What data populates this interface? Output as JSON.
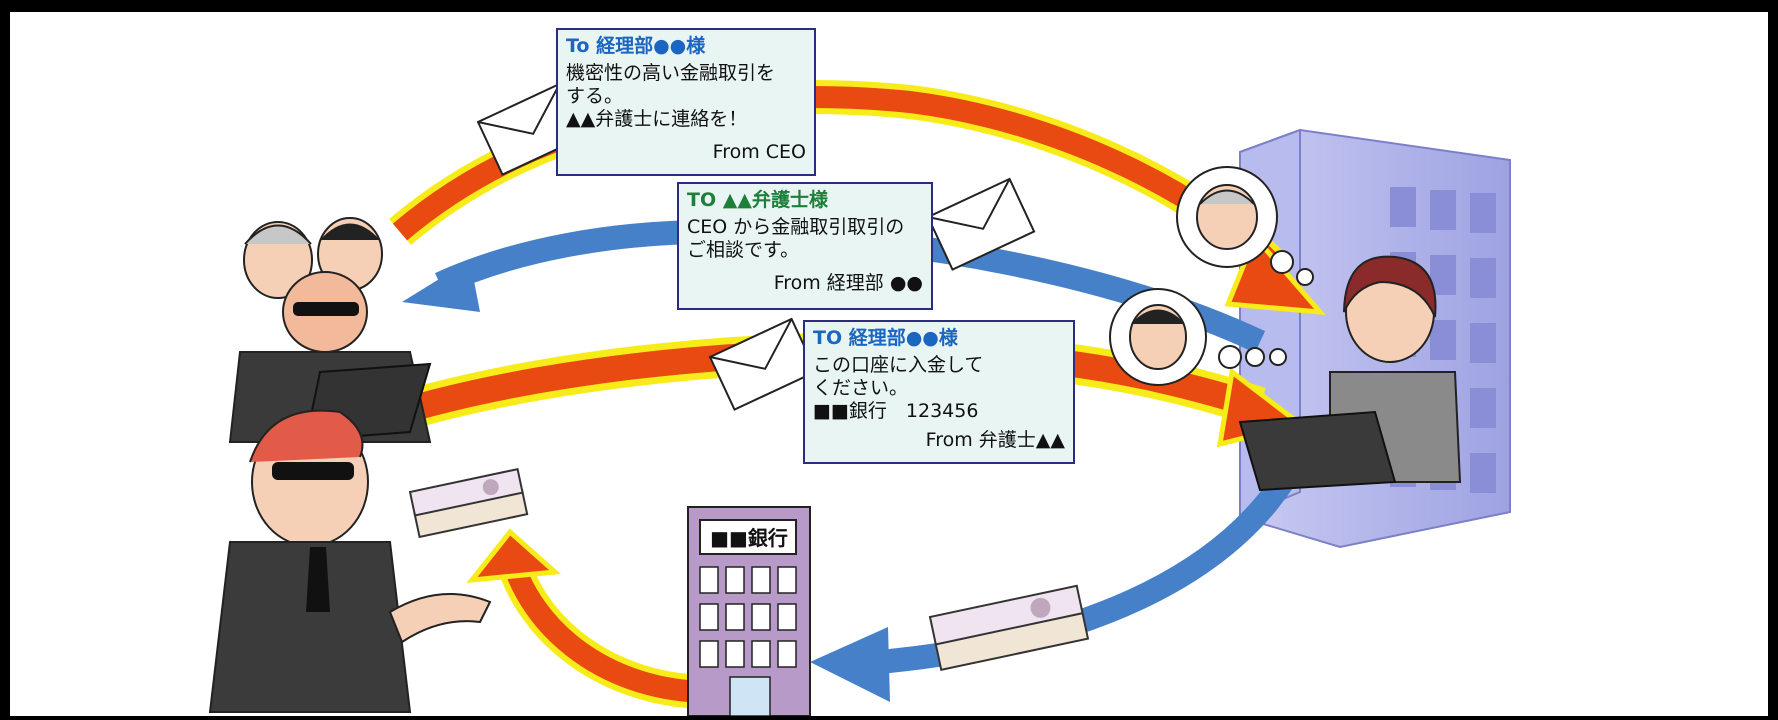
{
  "messages": {
    "ceo_email": {
      "to": "To 経理部●●様",
      "lines": [
        "機密性の高い金融取引を",
        "する。",
        "▲▲弁護士に連絡を！"
      ],
      "from": "From CEO"
    },
    "lawyer_email": {
      "to": "TO ▲▲弁護士様",
      "lines": [
        "CEO から金融取引取引の",
        "ご相談です。"
      ],
      "from": "From 経理部 ●●"
    },
    "payment_email": {
      "to": "TO 経理部●●様",
      "lines": [
        "この口座に入金して",
        "ください。",
        "■■銀行　123456"
      ],
      "from": "From 弁護士▲▲"
    }
  },
  "bank": {
    "sign": "■■銀行"
  },
  "colors": {
    "red_arrow": "#e84a12",
    "yellow_outline": "#f7ec1a",
    "blue_arrow": "#4680c8",
    "message_bg": "#e9f5f3",
    "message_border": "#2b2c80",
    "office_building": "#a9ade8",
    "bank_building": "#b79ac8"
  },
  "icons": [
    "envelope-icon",
    "money-stack-icon",
    "office-building-icon",
    "bank-building-icon",
    "thought-bubble-icon"
  ]
}
